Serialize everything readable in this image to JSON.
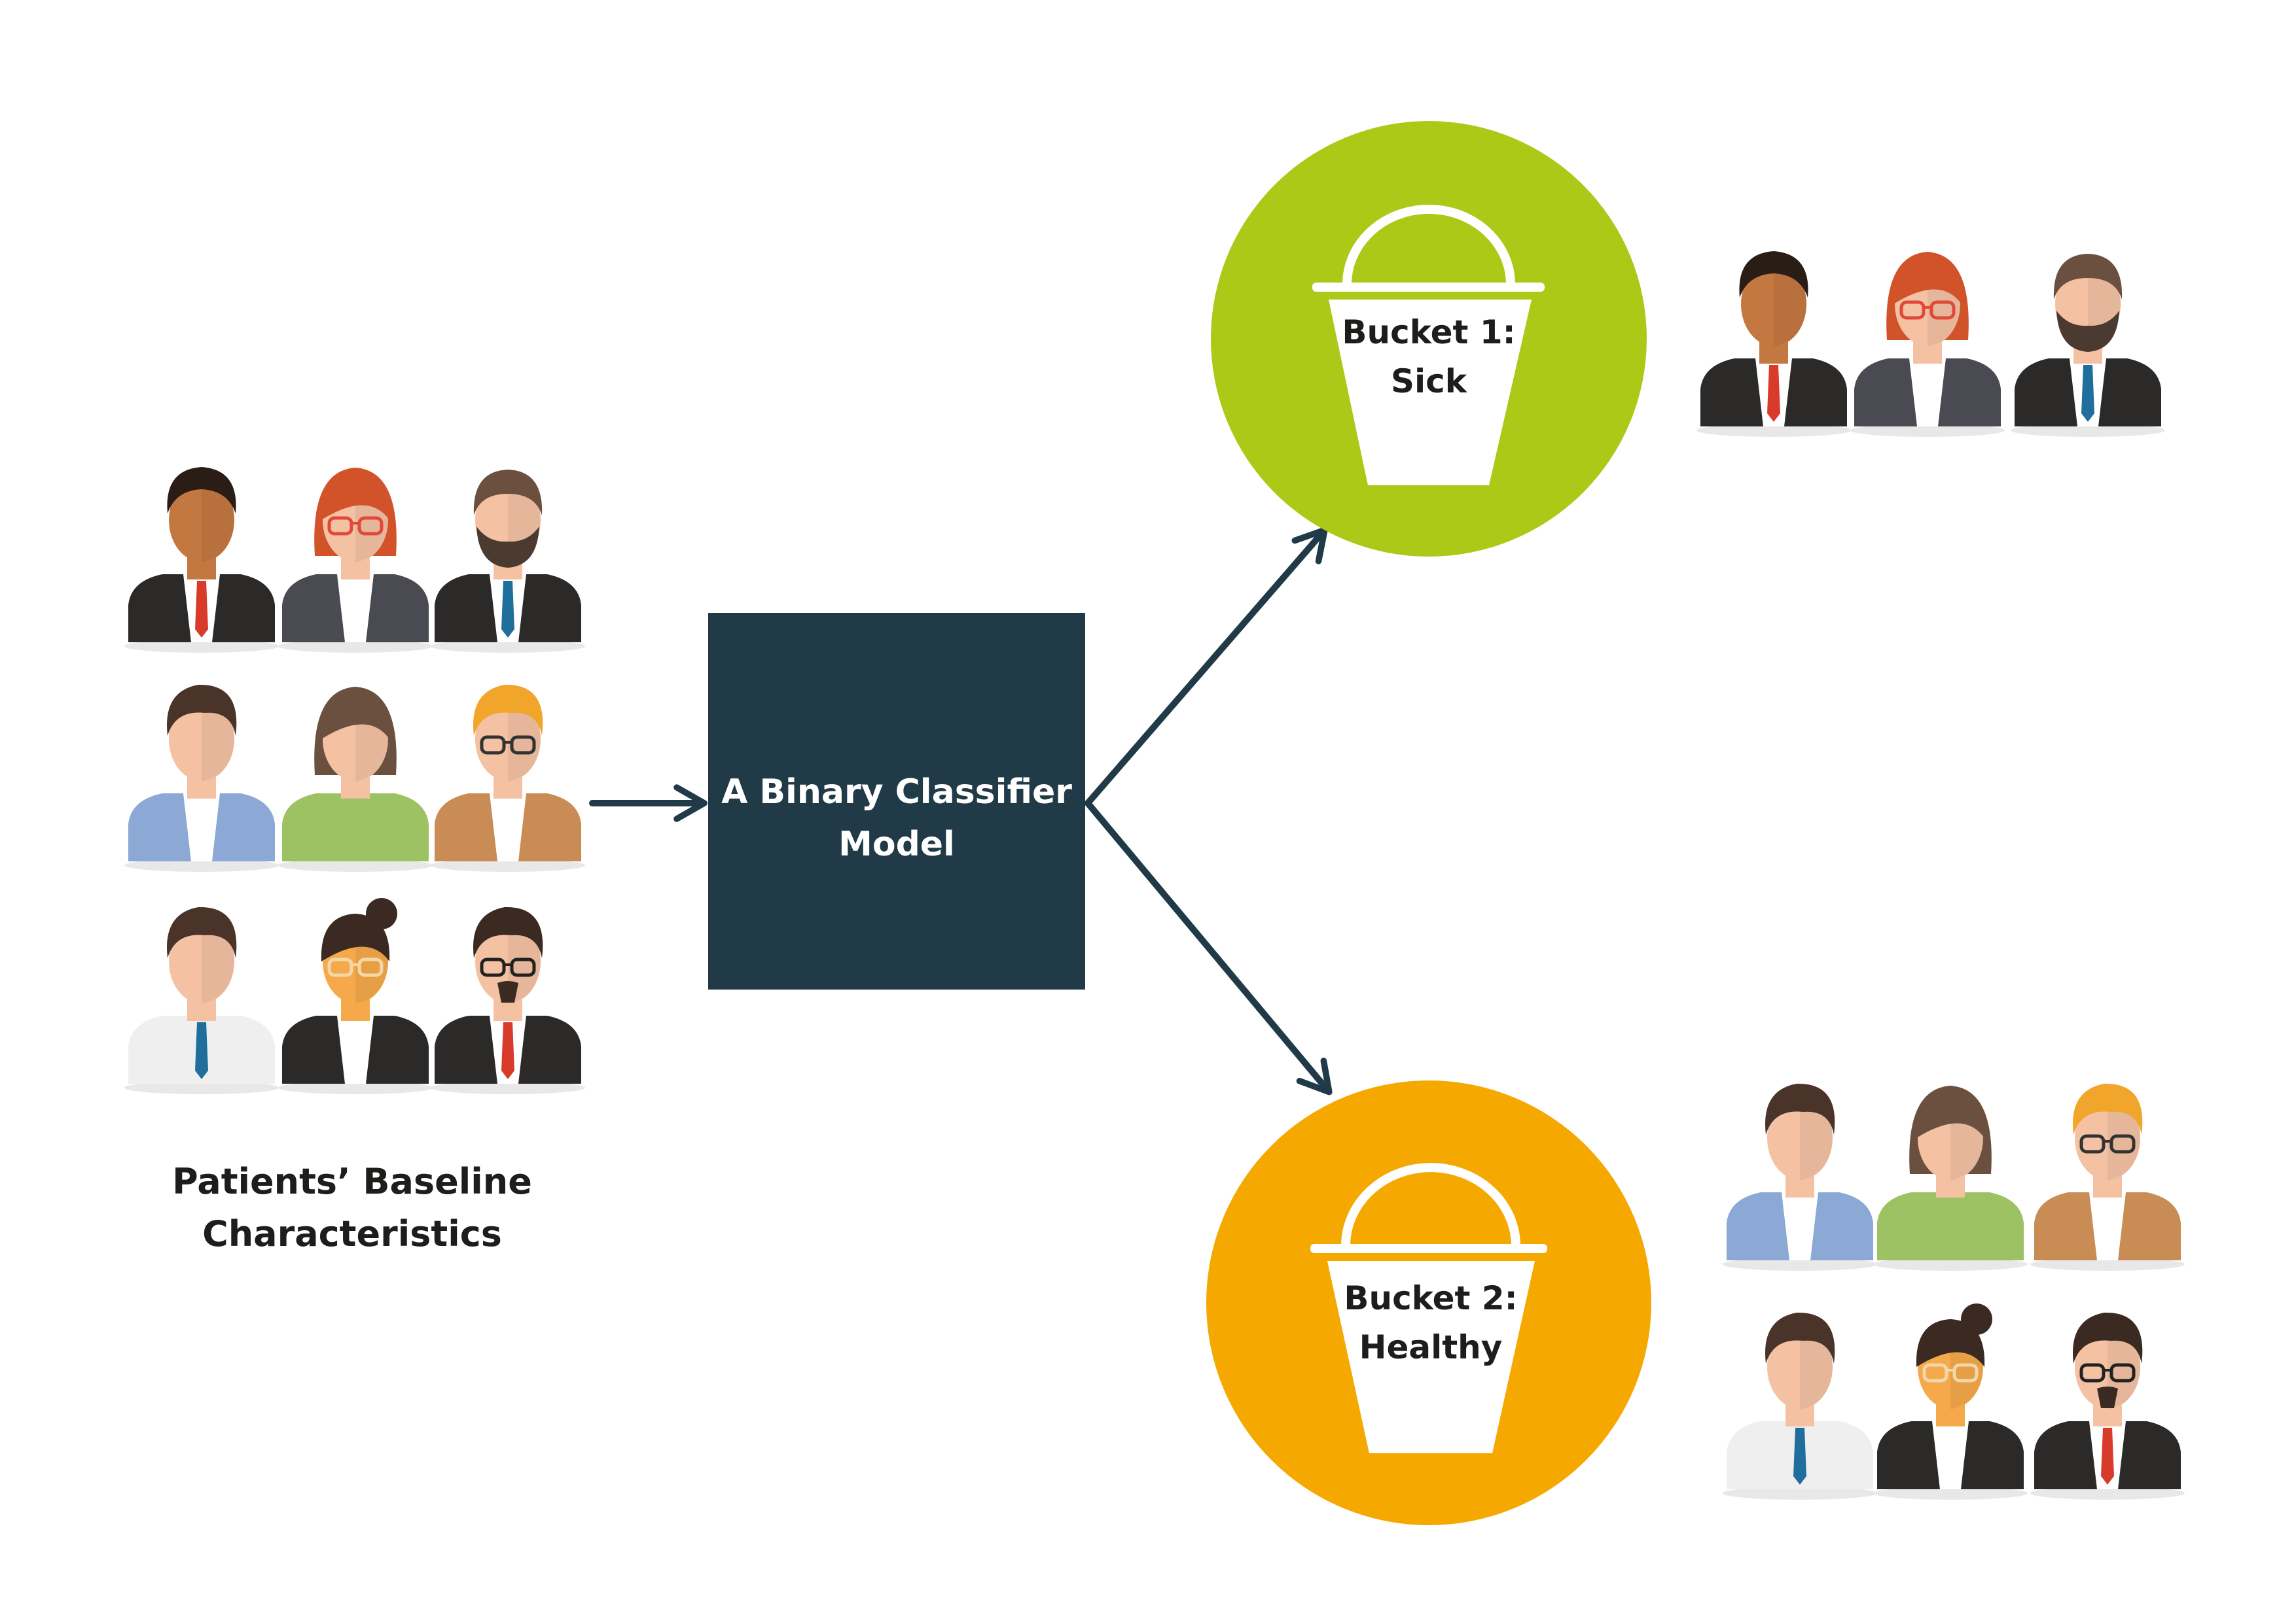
{
  "patients_label": {
    "line1": "Patients’ Baseline",
    "line2": "Characteristics"
  },
  "model": {
    "line1": "A Binary Classifier",
    "line2": "Model"
  },
  "bucket1": {
    "line1": "Bucket 1:",
    "line2": "Sick"
  },
  "bucket2": {
    "line1": "Bucket 2:",
    "line2": "Healthy"
  },
  "colors": {
    "model_box": "#203a48",
    "arrow": "#203a48",
    "sick_circle": "#acc917",
    "healthy_circle": "#f5a800",
    "bucket": "#ffffff",
    "text_dark": "#1d1d1b",
    "text_light": "#ffffff"
  },
  "people": {
    "left_grid": [
      "man-dark-suit-red-tie",
      "woman-red-hair-glasses",
      "man-beard-suit",
      "man-blue-shirt",
      "woman-green-top",
      "man-blond-glasses",
      "man-white-shirt-tie",
      "woman-bun-glasses",
      "man-glasses-goatee"
    ],
    "sick_group": [
      "man-dark-suit-red-tie",
      "woman-red-hair-glasses",
      "man-beard-suit"
    ],
    "healthy_group": [
      "man-blue-shirt",
      "woman-green-top",
      "man-blond-glasses",
      "man-white-shirt-tie",
      "woman-bun-glasses",
      "man-glasses-goatee"
    ]
  }
}
